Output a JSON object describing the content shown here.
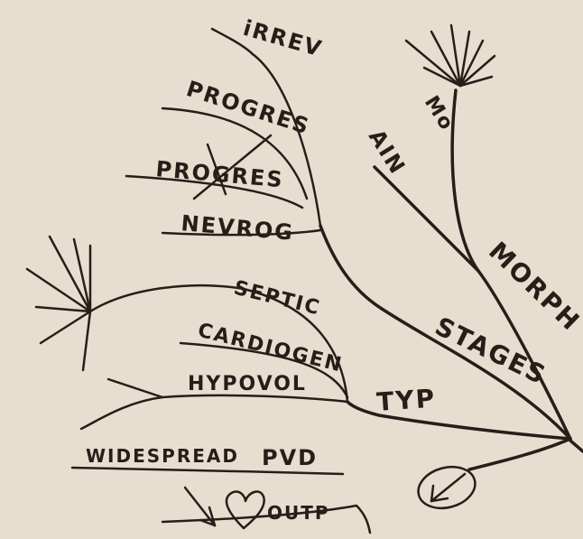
{
  "labels": {
    "irrev": "iRREV",
    "progres_1": "PROGRES",
    "progres_2": "PROGRES",
    "neurog": "NEVROG",
    "septic": "SEPTIC",
    "cardiogen": "CARDIOGEN",
    "hypovol": "HYPOVOL",
    "widespread": "WIDESPREAD",
    "pvd": "PVD",
    "outp": "OUTP",
    "typ": "TYP",
    "stages": "STAGES",
    "morph": "MORPH",
    "ain": "AIN",
    "mo": "Mo"
  },
  "colors": {
    "paper": "#e6dfd0",
    "ink": "#2b1c18"
  },
  "icons": [
    "heart-icon",
    "down-arrow-icon",
    "circled-arrow-icon",
    "strike-x-icon",
    "burst-icon"
  ]
}
